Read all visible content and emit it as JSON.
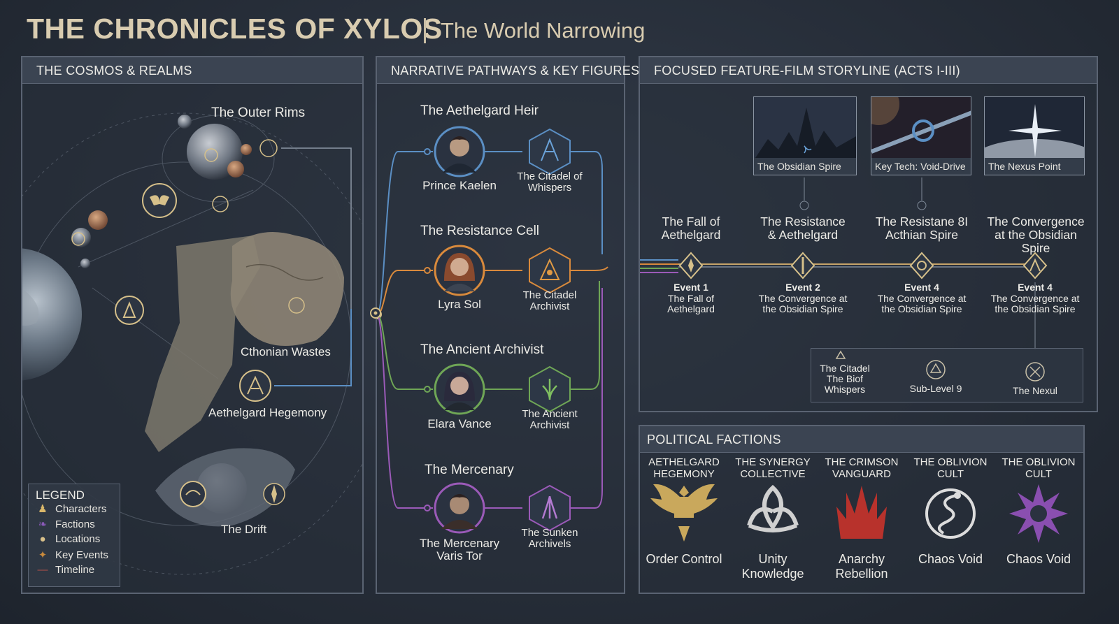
{
  "header": {
    "title": "THE CHRONICLES OF XYLOS",
    "subtitle": "The World Narrowing"
  },
  "cosmos": {
    "heading": "THE COSMOS & REALMS",
    "realms": {
      "outer_rims": "The Outer Rims",
      "cthonian_wastes": "Cthonian Wastes",
      "aethelgard_hegemony": "Aethelgard Hegemony",
      "the_drift": "The Drift"
    },
    "legend": {
      "title": "LEGEND",
      "items": [
        {
          "label": "Characters",
          "icon": "figure-icon",
          "color": "#d9b76a"
        },
        {
          "label": "Factions",
          "icon": "wings-icon",
          "color": "#8a5ab8"
        },
        {
          "label": "Locations",
          "icon": "dot-icon",
          "color": "#d8c08a"
        },
        {
          "label": "Key Events",
          "icon": "compass-icon",
          "color": "#c98a3c"
        },
        {
          "label": "Timeline",
          "icon": "line-icon",
          "color": "#b5504a"
        }
      ]
    }
  },
  "narrative": {
    "heading": "NARRATIVE PATHWAYS & KEY FIGURES",
    "pathways": [
      {
        "group": "The Aethelgard Heir",
        "character": "Prince Kaelen",
        "location": "The Citadel of Whispers",
        "color": "#5b8fc4"
      },
      {
        "group": "The Resistance Cell",
        "character": "Lyra Sol",
        "location": "The Citadel Archivist",
        "color": "#d98a3c"
      },
      {
        "group": "The Ancient Archivist",
        "character": "Elara Vance",
        "location": "The Ancient Archivist",
        "color": "#6fa656"
      },
      {
        "group": "The Mercenary",
        "character": "The Mercenary Varis Tor",
        "location": "The Sunken Archivels",
        "color": "#9b5ab8"
      }
    ]
  },
  "storyline": {
    "heading": "FOCUSED FEATURE-FILM STORYLINE (ACTS I-III)",
    "features": [
      {
        "caption": "The Obsidian Spire",
        "icon": "spire-icon"
      },
      {
        "caption": "Key Tech: Void-Drive",
        "icon": "ring-icon"
      },
      {
        "caption": "The Nexus Point",
        "icon": "star-icon"
      }
    ],
    "acts": [
      {
        "title": "The Fall of Aethelgard",
        "event": "Event 1",
        "desc": "The Fall of Aethelgard"
      },
      {
        "title": "The Resistance & Aethelgard",
        "event": "Event 2",
        "desc": "The Convergence at the Obsidian Spire"
      },
      {
        "title": "The Resistane 8I Acthian Spire",
        "event": "Event 4",
        "desc": "The Convergence at the Obsidian Spire"
      },
      {
        "title": "The Convergence at the Obsidian Spire",
        "event": "Event 4",
        "desc": "The Convergence at the Obsidian Spire"
      }
    ],
    "sublocations": [
      {
        "label": "The Citadel The Biof Whispers"
      },
      {
        "label": "Sub-Level 9"
      },
      {
        "label": "The Nexul"
      }
    ]
  },
  "factions": {
    "heading": "POLITICAL FACTIONS",
    "items": [
      {
        "name": "AETHELGARD HEGEMONY",
        "values": "Order Control",
        "icon": "eagle-icon",
        "color": "#c9a85c"
      },
      {
        "name": "THE SYNERGY COLLECTIVE",
        "values": "Unity Knowledge",
        "icon": "triquetra-icon",
        "color": "#c8c8c8"
      },
      {
        "name": "THE CRIMSON VANGUARD",
        "values": "Anarchy Rebellion",
        "icon": "flame-crown-icon",
        "color": "#b8322c"
      },
      {
        "name": "THE OBLIVION CULT",
        "values": "Chaos Void",
        "icon": "serpent-icon",
        "color": "#d0d0d0"
      },
      {
        "name": "THE OBLIVION CULT",
        "values": "Chaos Void",
        "icon": "chaos-star-icon",
        "color": "#8a4fb0"
      }
    ]
  }
}
